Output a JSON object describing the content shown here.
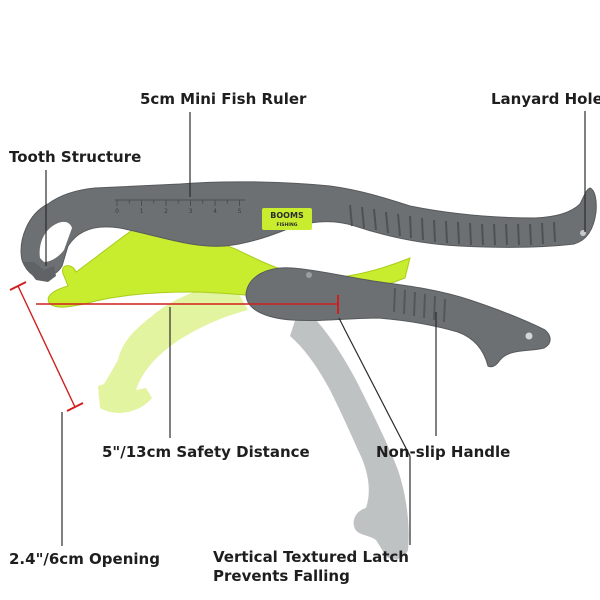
{
  "labels": {
    "ruler": "5cm Mini Fish Ruler",
    "lanyard": "Lanyard Hole",
    "tooth": "Tooth Structure",
    "safety": "5\"/13cm Safety Distance",
    "handle": "Non-slip Handle",
    "opening": "2.4\"/6cm Opening",
    "latch_line1": "Vertical Textured Latch",
    "latch_line2": "Prevents Falling"
  },
  "ruler_ticks": [
    "0",
    "1",
    "2",
    "3",
    "4",
    "5"
  ],
  "logo": {
    "brand": "BOOMS",
    "sub": "FISHING"
  },
  "colors": {
    "body_gray": "#6c7072",
    "ghost_gray": "#bfc2c3",
    "lime": "#c8ec2e",
    "ghost_lime": "#e2f4a0",
    "callout_line": "#2b2b2b",
    "measure_red": "#d11f1f"
  }
}
